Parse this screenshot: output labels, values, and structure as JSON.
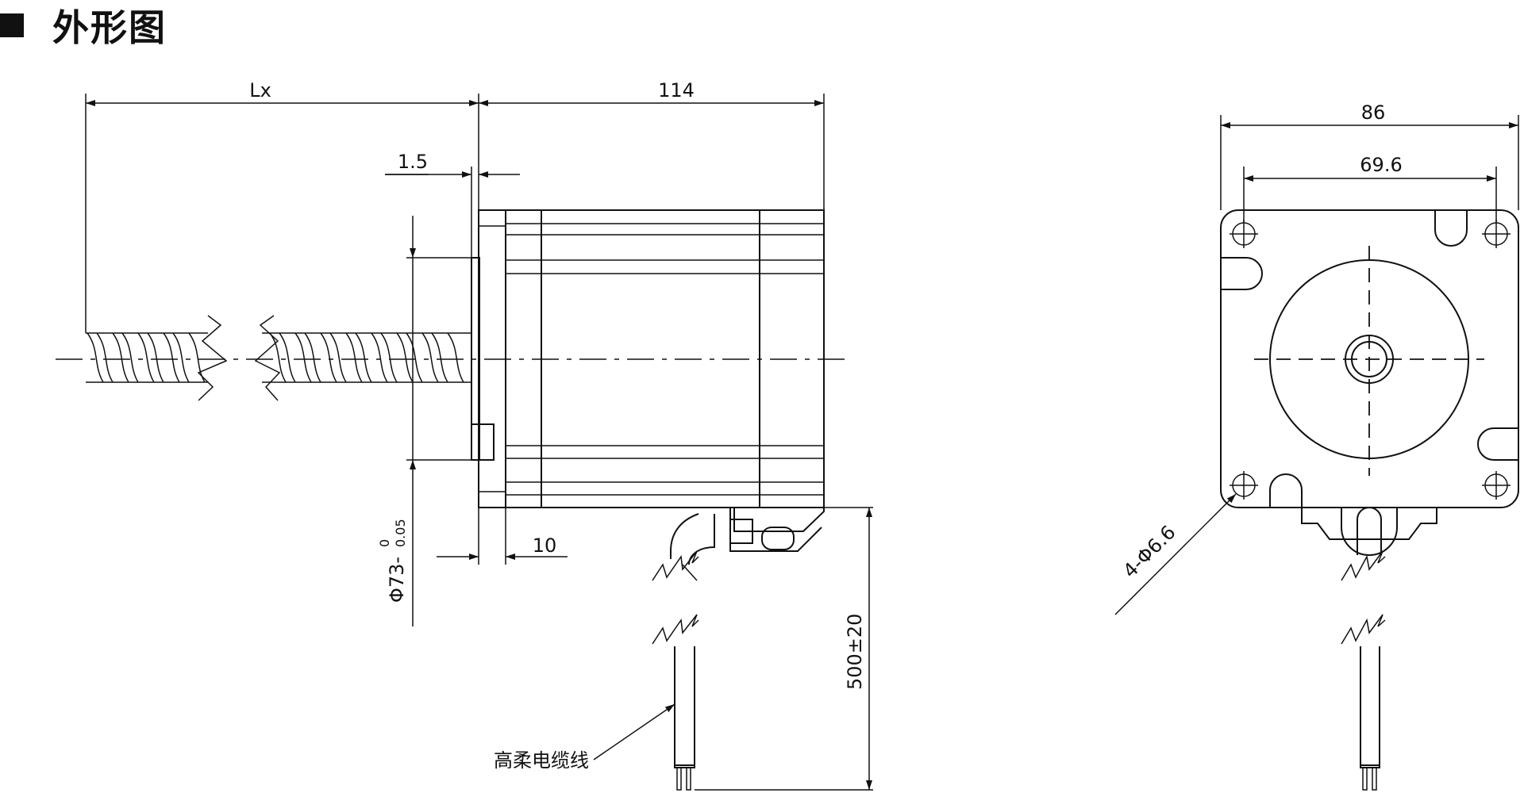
{
  "title": "外形图",
  "dimensions": {
    "lx": "Lx",
    "length_114": "114",
    "gap_1_5": "1.5",
    "boss_10": "10",
    "diameter_main": "Φ73-",
    "diameter_tol_upper": "0",
    "diameter_tol_lower": "0.05",
    "cable_len": "500±20",
    "width_86": "86",
    "hole_spacing_69_6": "69.6",
    "holes": "4-Φ6.6"
  },
  "labels": {
    "cable": "高柔电缆线"
  }
}
